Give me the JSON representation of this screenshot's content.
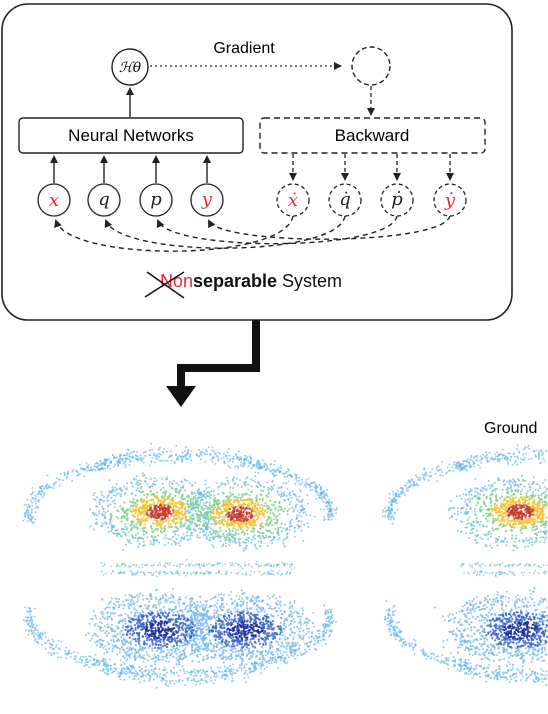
{
  "diagram": {
    "hamiltonian_label": "ℋθ",
    "gradient_label": "Gradient",
    "neural_networks_label": "Neural Networks",
    "backward_label": "Backward",
    "forward_variables": [
      "x",
      "q",
      "p",
      "y"
    ],
    "backward_variables": [
      "ẋ",
      "q̇",
      "ṗ",
      "ẏ"
    ],
    "highlighted_variables": [
      "x",
      "y"
    ],
    "system_title": {
      "struck_prefix": "Non",
      "bold_word": "separable",
      "suffix": " System"
    }
  },
  "panels": {
    "right_title_partial": "Ground"
  },
  "colors": {
    "highlight_red": "#e8283c",
    "stroke": "#222222",
    "density_low": "#5fb3ea",
    "density_high_warm": "#c83a2a",
    "density_high_cool": "#1a2f9a"
  }
}
